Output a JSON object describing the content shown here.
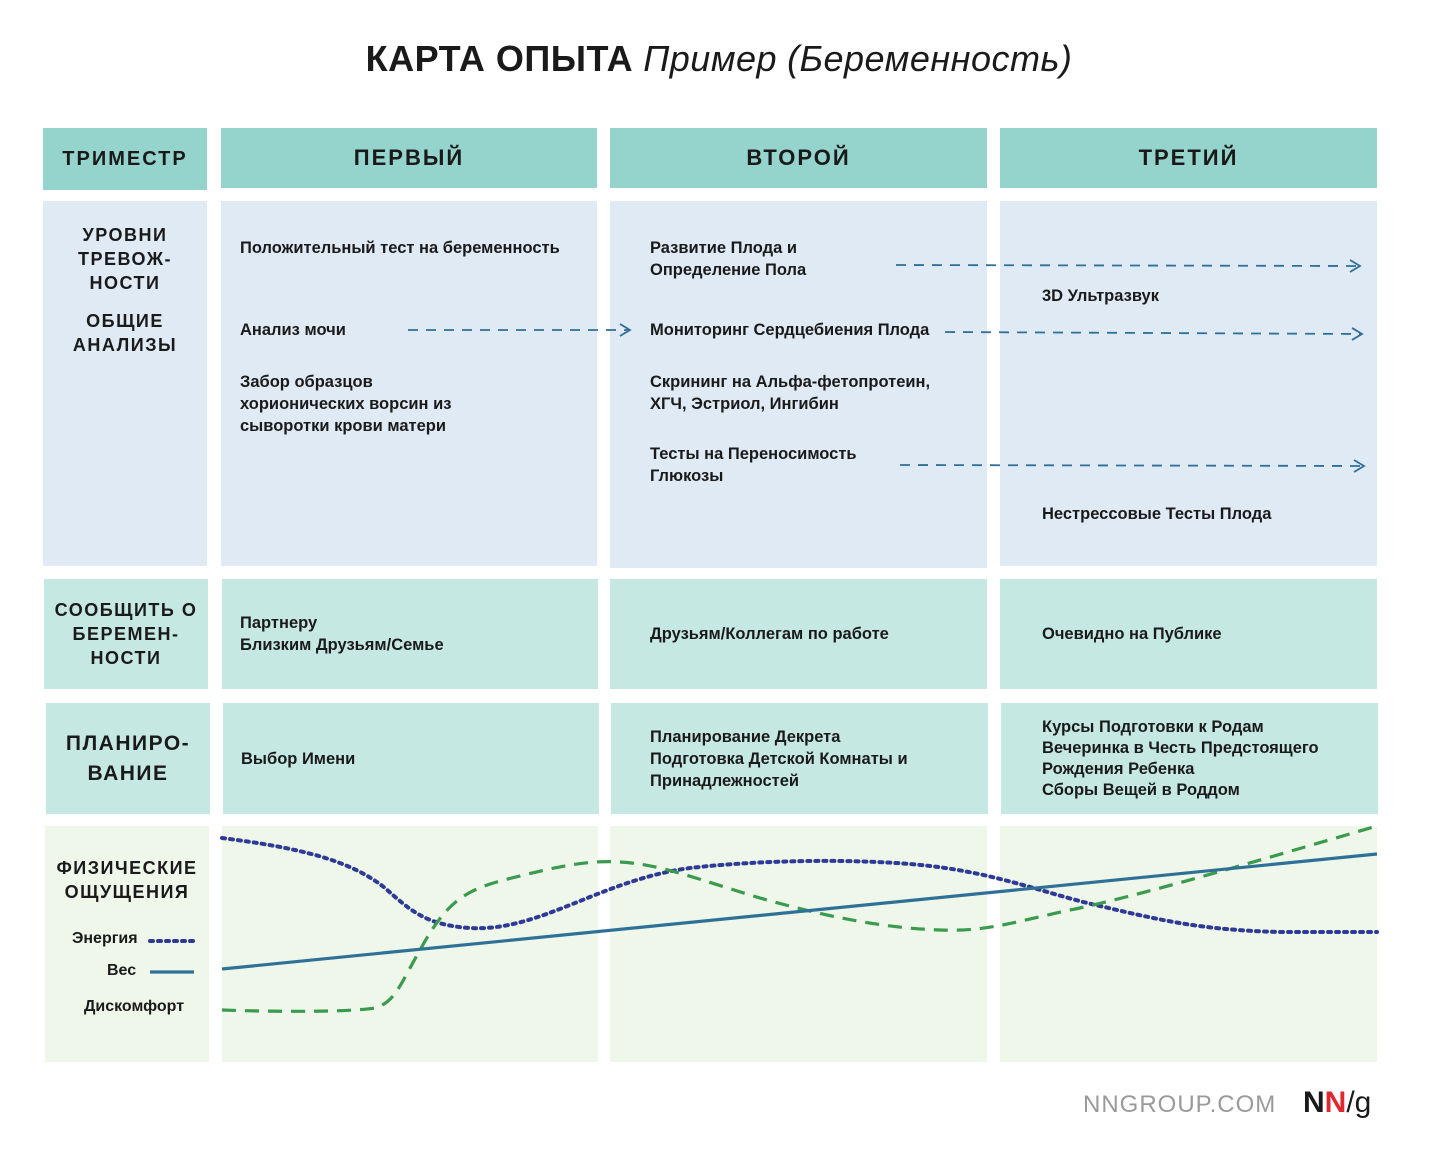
{
  "title": {
    "bold": "КАРТА ОПЫТА",
    "italic": "Пример",
    "paren": "(Беременность)"
  },
  "header": {
    "label": "ТРИМЕСТР",
    "first": "ПЕРВЫЙ",
    "second": "ВТОРОЙ",
    "third": "ТРЕТИЙ"
  },
  "rows": {
    "anxiety": {
      "label1": "УРОВНИ\nТРЕВОЖ-\nНОСТИ",
      "label2": "ОБЩИЕ\nАНАЛИЗЫ",
      "first": [
        "Положительный тест на беременность",
        "Анализ мочи",
        "Забор образцов\nхорионических ворсин из\nсыворотки крови матери"
      ],
      "second": [
        "Развитие Плода и\nОпределение Пола",
        "Мониторинг Сердцебиения Плода",
        "Скрининг на Альфа-фетопротеин,\nХГЧ, Эстриол, Ингибин",
        "Тесты на Переносимость\nГлюкозы"
      ],
      "third": [
        "3D Ультразвук",
        "Нестрессовые Тесты Плода"
      ]
    },
    "tell": {
      "label": "СООБЩИТЬ О\nБЕРЕМЕН-\nНОСТИ",
      "first": "Партнеру\nБлизким Друзьям/Семье",
      "second": "Друзьям/Коллегам по работе",
      "third": "Очевидно на Публике"
    },
    "planning": {
      "label": "ПЛАНИРО-\nВАНИЕ",
      "first": "Выбор Имени",
      "second": "Планирование Декрета\nПодготовка Детской Комнаты и\nПринадлежностей",
      "third": "Курсы Подготовки к Родам\nВечеринка в Честь Предстоящего\nРождения Ребенка\nСборы Вещей в Роддом"
    },
    "physical": {
      "label": "ФИЗИЧЕСКИЕ\nОЩУЩЕНИЯ",
      "legend": [
        {
          "name": "Энергия",
          "style": "dotted",
          "color": "#2e3a96"
        },
        {
          "name": "Вес",
          "style": "solid",
          "color": "#2f7196"
        },
        {
          "name": "Дискомфорт",
          "style": "dashed",
          "color": "#3a9a4e"
        }
      ]
    }
  },
  "colors": {
    "header": "#95d3cd",
    "anxiety_bg": "#dfeaf5",
    "mint_bg": "#c6e8e3",
    "physical_bg": "#eef7ea",
    "arrow": "#2f6f98"
  },
  "footer": {
    "site": "NNGROUP.COM",
    "logo_n1": "N",
    "logo_n2": "N",
    "logo_g": "/g"
  }
}
